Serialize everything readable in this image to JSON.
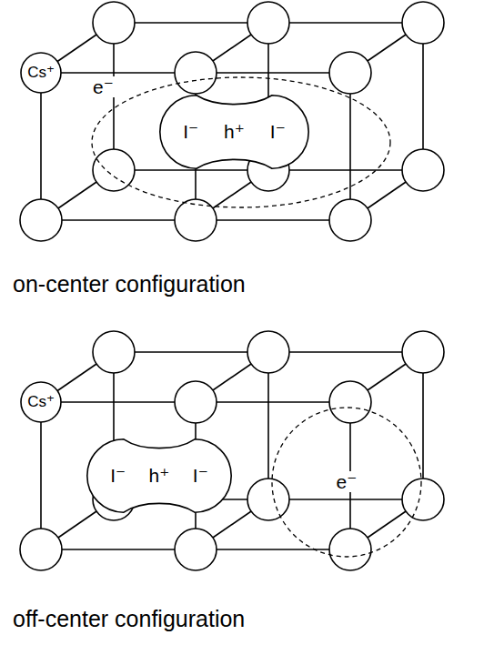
{
  "diagram": {
    "nodes": [
      {
        "text": [
          "Cs⁺"
        ]
      },
      {
        "text": [
          "e⁻"
        ]
      },
      {
        "text": [
          "I⁻",
          "h⁺",
          "I⁻"
        ],
        "in": 1
      },
      {
        "text": [
          "Cs⁺"
        ]
      },
      {
        "text": [
          "I⁻",
          "h⁺",
          "I⁻"
        ]
      },
      {
        "text": [
          "e⁻"
        ]
      }
    ],
    "labels": [
      "on-center configuration",
      "off-center configuration"
    ]
  }
}
